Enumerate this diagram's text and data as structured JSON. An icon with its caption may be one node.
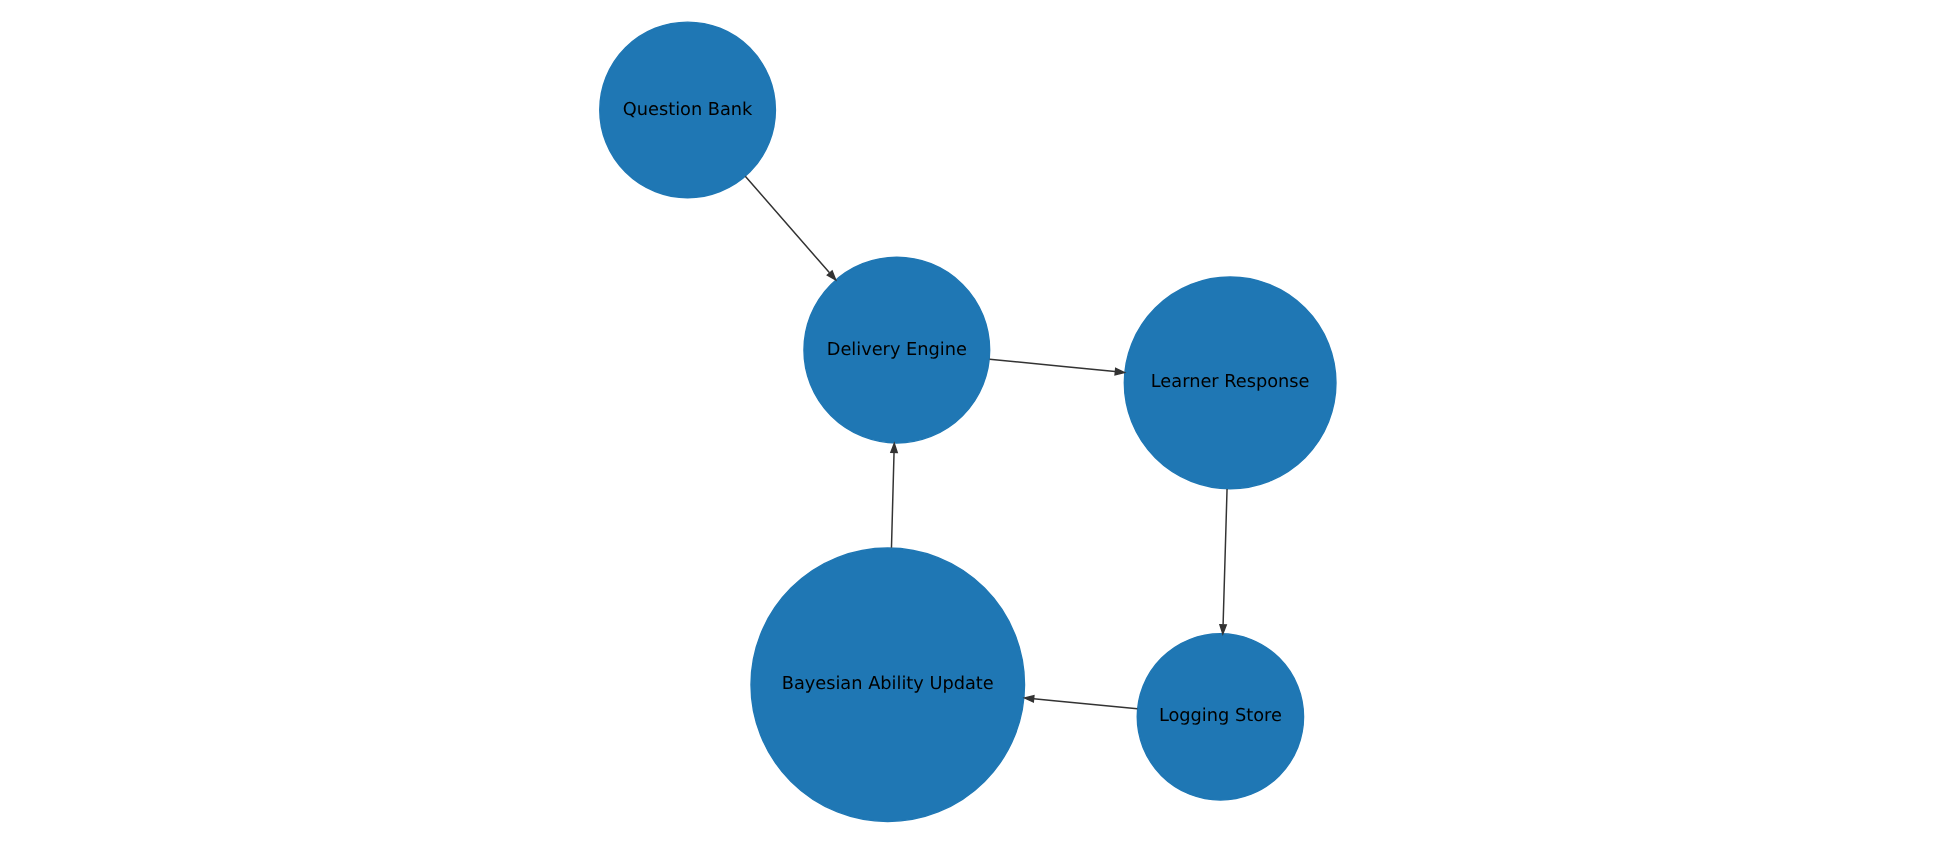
{
  "diagram": {
    "nodes": [
      {
        "text": [
          "Bayesian Ability Update"
        ]
      },
      {
        "text": [
          "Logging Store"
        ]
      },
      {
        "text": [
          "Delivery Engine"
        ]
      },
      {
        "text": [
          "Question Bank"
        ]
      },
      {
        "text": [
          "Learner Response"
        ]
      }
    ],
    "edges": [
      {
        "from": 1,
        "to": 0,
        "arrow": "to"
      },
      {
        "from": 0,
        "to": 2,
        "arrow": "to"
      },
      {
        "from": 3,
        "to": 2,
        "arrow": "to"
      },
      {
        "from": 2,
        "to": 4,
        "arrow": "to"
      },
      {
        "from": 4,
        "to": 1,
        "arrow": "to"
      }
    ]
  }
}
